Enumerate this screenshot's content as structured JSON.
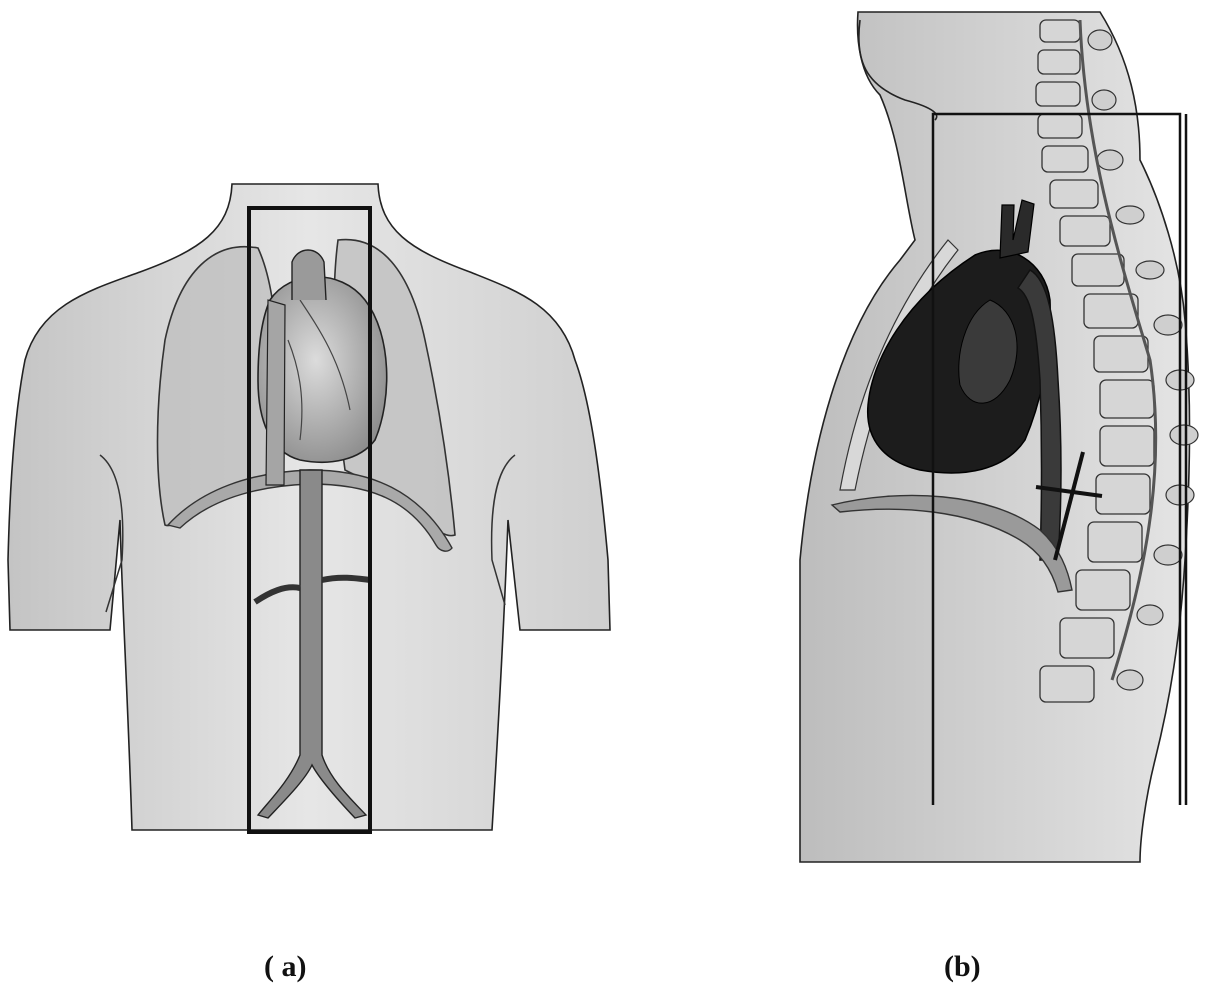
{
  "figure": {
    "panels": [
      {
        "id": "a",
        "caption": "( a)",
        "view": "anterior"
      },
      {
        "id": "b",
        "caption": "(b)",
        "view": "sagittal"
      }
    ]
  }
}
